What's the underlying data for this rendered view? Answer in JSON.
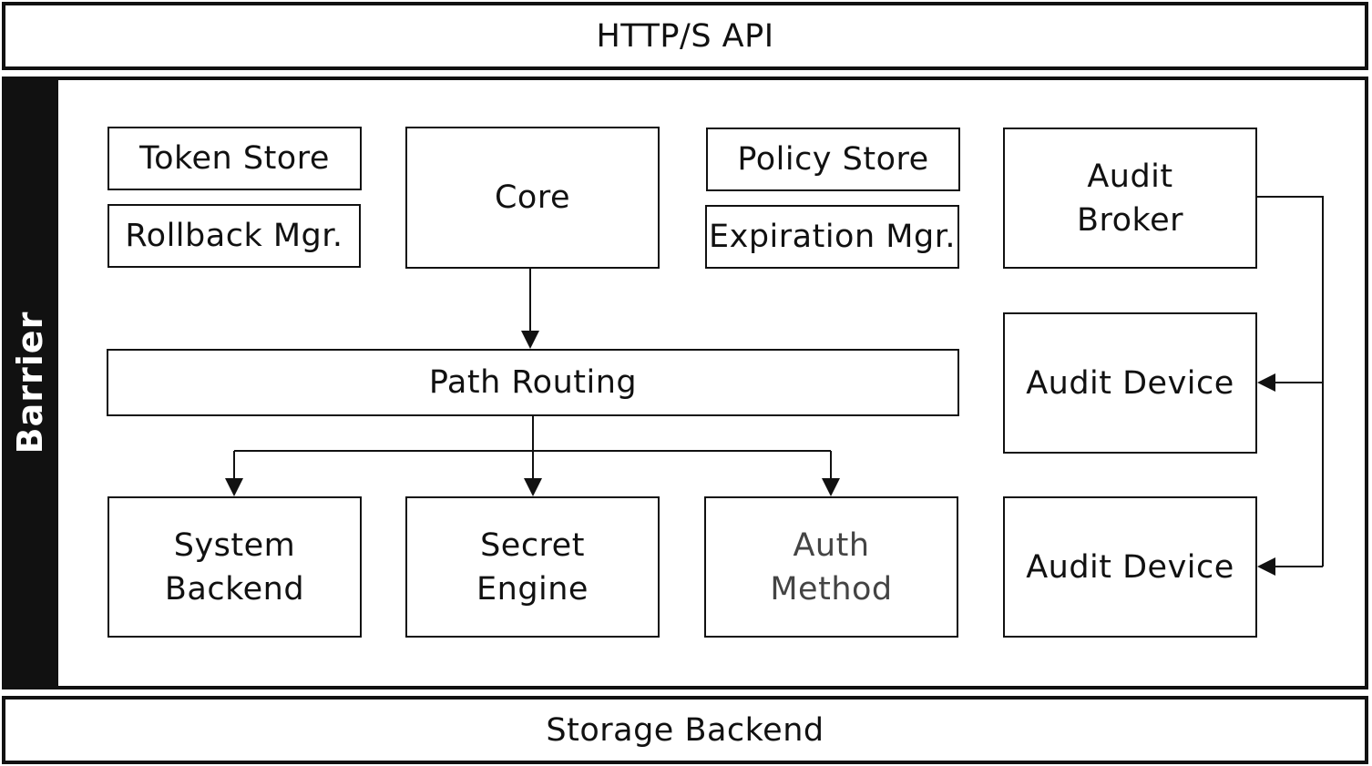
{
  "diagram": {
    "top_layer": "HTTP/S API",
    "bottom_layer": "Storage Backend",
    "barrier_label": "Barrier",
    "components": {
      "token_store": "Token Store",
      "rollback_mgr": "Rollback Mgr.",
      "core": "Core",
      "policy_store": "Policy Store",
      "expiration_mgr": "Expiration Mgr.",
      "audit_broker": [
        "Audit",
        "Broker"
      ],
      "path_routing": "Path Routing",
      "audit_device_1": "Audit Device",
      "audit_device_2": "Audit Device",
      "system_backend": [
        "System",
        "Backend"
      ],
      "secret_engine": [
        "Secret",
        "Engine"
      ],
      "auth_method": [
        "Auth",
        "Method"
      ]
    },
    "colors": {
      "line": "#111111",
      "barrier": "#111111",
      "auth_method_text": "#444444"
    }
  }
}
